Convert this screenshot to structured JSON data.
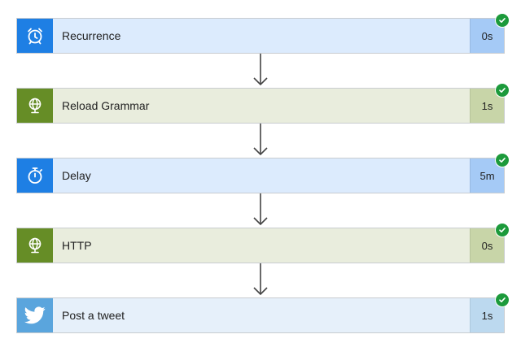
{
  "steps": [
    {
      "label": "Recurrence",
      "duration": "0s",
      "icon": "alarm-clock-icon",
      "status": "succeeded"
    },
    {
      "label": "Reload Grammar",
      "duration": "1s",
      "icon": "globe-icon",
      "status": "succeeded"
    },
    {
      "label": "Delay",
      "duration": "5m",
      "icon": "stopwatch-icon",
      "status": "succeeded"
    },
    {
      "label": "HTTP",
      "duration": "0s",
      "icon": "globe-icon",
      "status": "succeeded"
    },
    {
      "label": "Post a tweet",
      "duration": "1s",
      "icon": "twitter-bird-icon",
      "status": "succeeded"
    }
  ],
  "colors": {
    "schedule_accent": "#1e7fe4",
    "http_accent": "#668d26",
    "twitter_accent": "#5aa5dd",
    "success": "#1c9a3b",
    "connector_arrow": "#444444"
  }
}
